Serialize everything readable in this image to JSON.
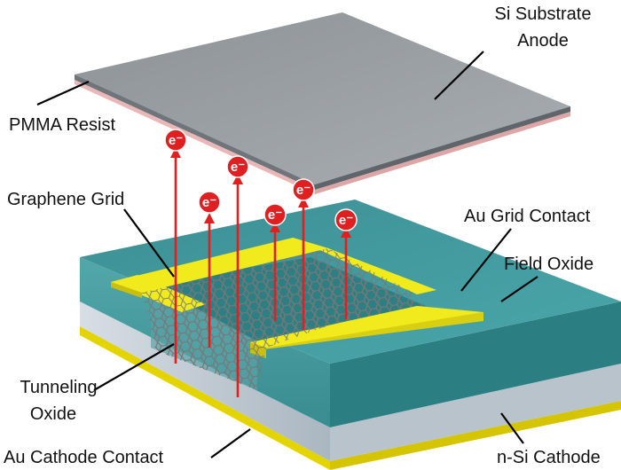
{
  "labels": {
    "si_substrate_line1": "Si Substrate",
    "si_substrate_line2": "Anode",
    "pmma_resist": "PMMA Resist",
    "graphene_grid": "Graphene Grid",
    "au_grid_contact": "Au Grid Contact",
    "field_oxide": "Field Oxide",
    "tunneling_oxide_line1": "Tunneling",
    "tunneling_oxide_line2": "Oxide",
    "au_cathode_contact": "Au Cathode Contact",
    "n_si_cathode": "n-Si Cathode"
  },
  "electron_symbol": "e⁻",
  "colors": {
    "substrate_top": "#9fa4a8",
    "pmma": "#e9b7b7",
    "field_oxide": "#3f9ea2",
    "au": "#f1ea1c",
    "n_si": "#c9d3dc",
    "electron": "#e02020"
  }
}
